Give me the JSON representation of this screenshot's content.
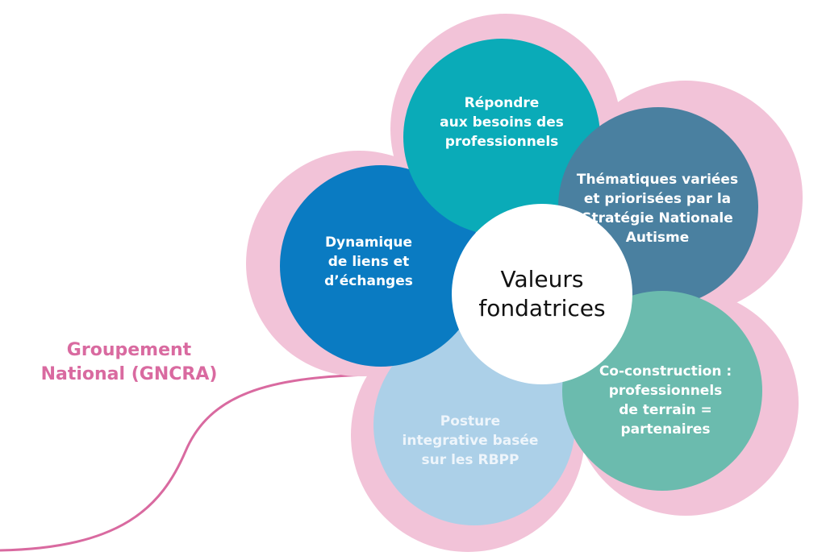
{
  "colors": {
    "pink": "#f2c3d8",
    "accent": "#d96aa0",
    "teal": "#0aabb8",
    "steel": "#4a80a0",
    "green": "#6bbbae",
    "light_blue": "#acd0e8",
    "blue": "#0a7bc2"
  },
  "center_label": "Valeurs\nfondatrices",
  "group_label": "Groupement\nNational (GNCRA)",
  "petals": [
    {
      "label": "Répondre\naux besoins des\nprofessionnels"
    },
    {
      "label": "Thématiques variées\net priorisées par la\nStratégie Nationale\nAutisme"
    },
    {
      "label": "Co-construction :\nprofessionnels\nde terrain =\npartenaires"
    },
    {
      "label": "Posture\nintegrative basée\nsur les RBPP"
    },
    {
      "label": "Dynamique\nde liens et\nd’échanges"
    }
  ]
}
